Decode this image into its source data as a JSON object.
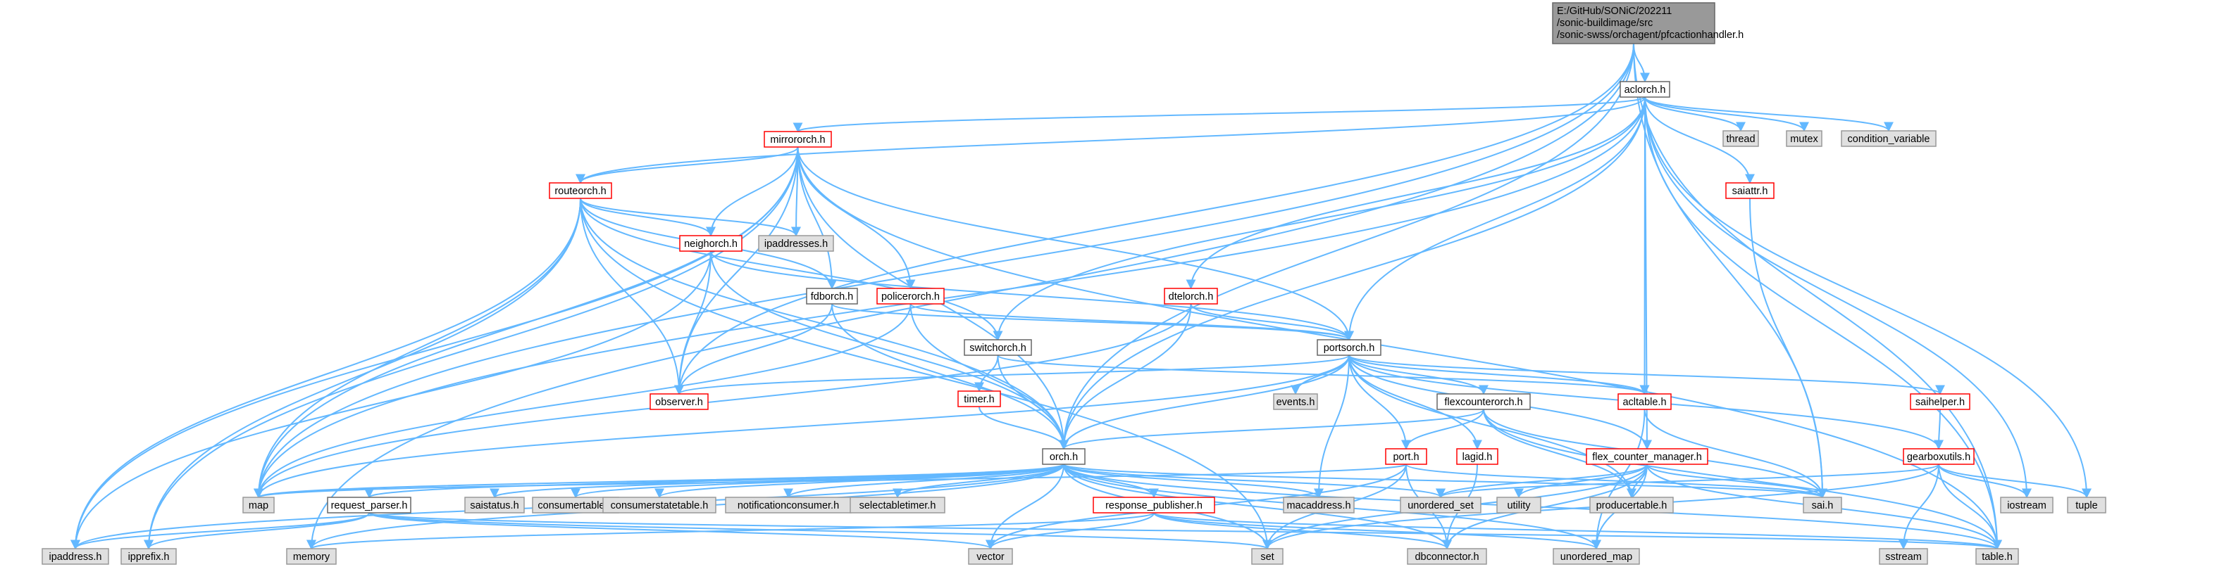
{
  "root": {
    "lines": [
      "E:/GitHub/SONiC/202211",
      "/sonic-buildimage/src",
      "/sonic-swss/orchagent/pfcactionhandler.h"
    ]
  },
  "nodes": {
    "aclorch": "aclorch.h",
    "mirrororch": "mirrororch.h",
    "routeorch": "routeorch.h",
    "neighorch": "neighorch.h",
    "ipaddresses": "ipaddresses.h",
    "fdborch": "fdborch.h",
    "policerorch": "policerorch.h",
    "dtelorch": "dtelorch.h",
    "switchorch": "switchorch.h",
    "portsorch": "portsorch.h",
    "observer": "observer.h",
    "timer": "timer.h",
    "events": "events.h",
    "flexcounterorch": "flexcounterorch.h",
    "acltable": "acltable.h",
    "saihelper": "saihelper.h",
    "gearboxutils": "gearboxutils.h",
    "port": "port.h",
    "lagid": "lagid.h",
    "flex_counter_manager": "flex_counter_manager.h",
    "orch": "orch.h",
    "saiattr": "saiattr.h",
    "thread": "thread",
    "mutex": "mutex",
    "condition_variable": "condition_variable",
    "map": "map",
    "request_parser": "request_parser.h",
    "saistatus": "saistatus.h",
    "consumertable": "consumertable.h",
    "consumerstatetable": "consumerstatetable.h",
    "notificationconsumer": "notificationconsumer.h",
    "selectabletimer": "selectabletimer.h",
    "macaddress": "macaddress.h",
    "unordered_set": "unordered_set",
    "utility": "utility",
    "producertable": "producertable.h",
    "sai": "sai.h",
    "iostream": "iostream",
    "tuple": "tuple",
    "response_publisher": "response_publisher.h",
    "ipaddress": "ipaddress.h",
    "ipprefix": "ipprefix.h",
    "memory": "memory",
    "vector": "vector",
    "set": "set",
    "dbconnector": "dbconnector.h",
    "unordered_map": "unordered_map",
    "sstream": "sstream",
    "table": "table.h"
  }
}
